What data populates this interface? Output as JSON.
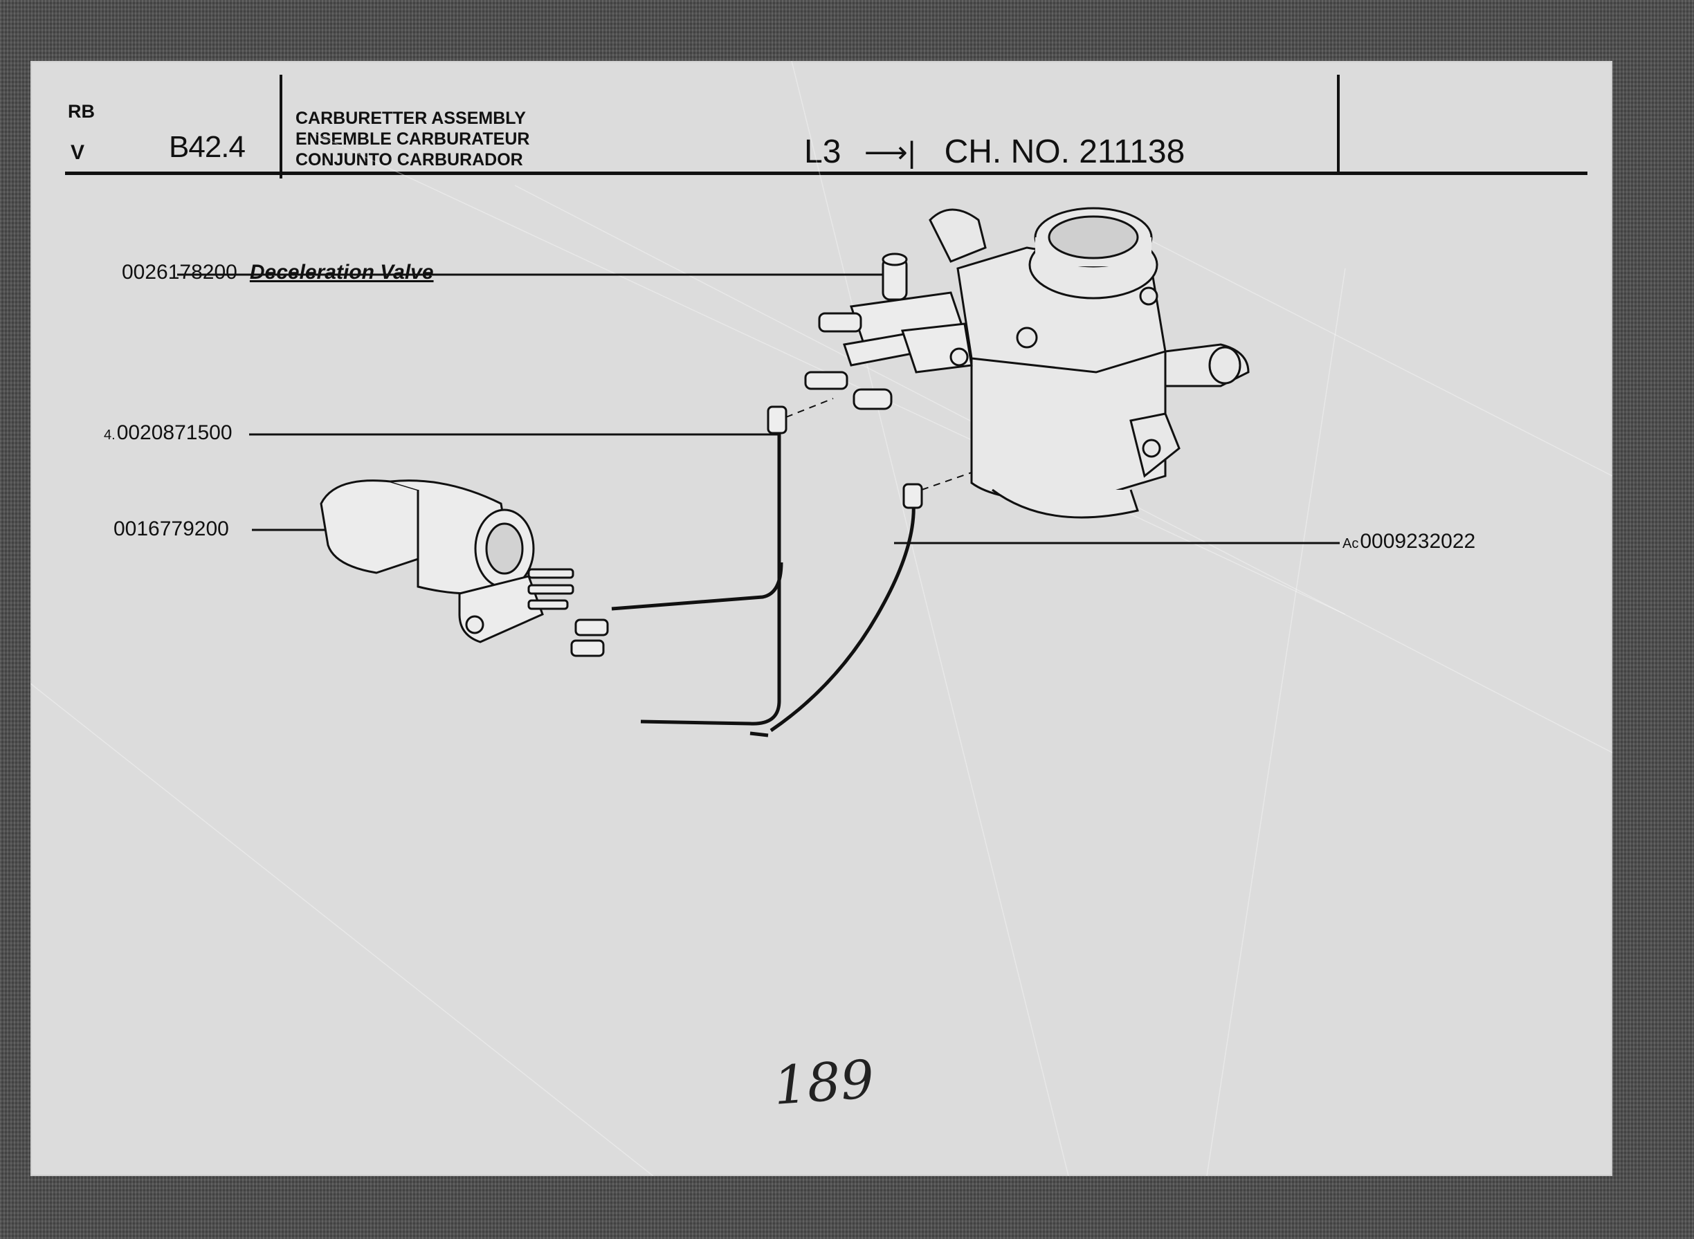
{
  "header": {
    "rb": "RB",
    "v": "V",
    "section": "B42.4",
    "titles": [
      "CARBURETTER ASSEMBLY",
      "ENSEMBLE CARBURATEUR",
      "CONJUNTO CARBURADOR"
    ],
    "model": "L3",
    "chassis": "CH. NO. 211138"
  },
  "parts": [
    {
      "prefix": "",
      "number": "0026178200",
      "description": "Deceleration Valve"
    },
    {
      "prefix": "4.",
      "number": "0020871500",
      "description": ""
    },
    {
      "prefix": "",
      "number": "0016779200",
      "description": ""
    },
    {
      "prefix": "Ac",
      "number": "0009232022",
      "description": ""
    }
  ],
  "page_number": "189"
}
